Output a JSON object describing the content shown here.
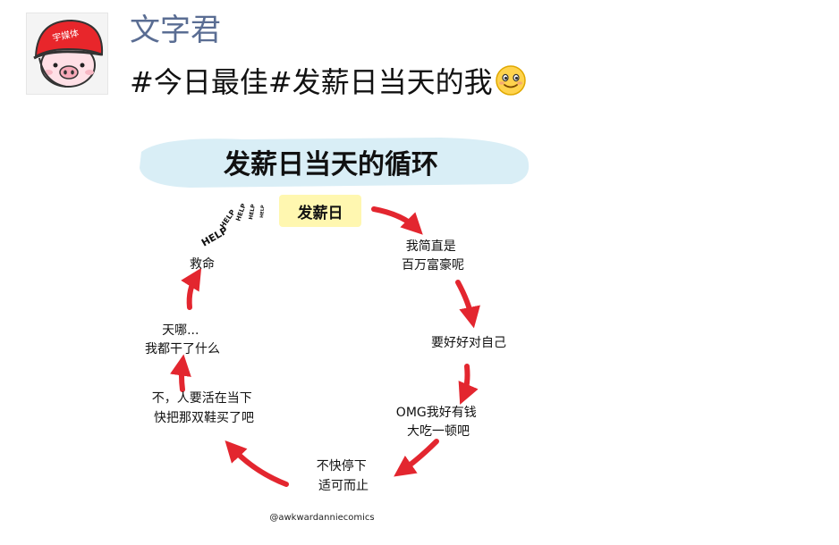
{
  "post": {
    "username": "文字君",
    "text": "#今日最佳#发薪日当天的我",
    "avatar_badge": "宇媒体",
    "emoji": "smiling-face-icon"
  },
  "image": {
    "title": "发薪日当天的循环",
    "start_label": "发薪日",
    "steps": [
      {
        "lines": [
          "我简直是",
          "百万富豪呢"
        ]
      },
      {
        "lines": [
          "要好好对自己"
        ]
      },
      {
        "lines": [
          "OMG我好有钱",
          "大吃一顿吧"
        ]
      },
      {
        "lines": [
          "不快停下",
          "适可而止"
        ]
      },
      {
        "lines": [
          "不，人要活在当下",
          "快把那双鞋买了吧"
        ]
      },
      {
        "lines": [
          "天哪...",
          "我都干了什么"
        ]
      },
      {
        "lines": [
          "救命"
        ]
      }
    ],
    "help_words": [
      "HELP",
      "HELP",
      "HELP",
      "HELP",
      "HELP"
    ],
    "credit": "@awkwardanniecomics",
    "colors": {
      "title_bg": "#d9eef6",
      "start_bg": "#fff7b0",
      "arrow": "#e3262f"
    }
  }
}
